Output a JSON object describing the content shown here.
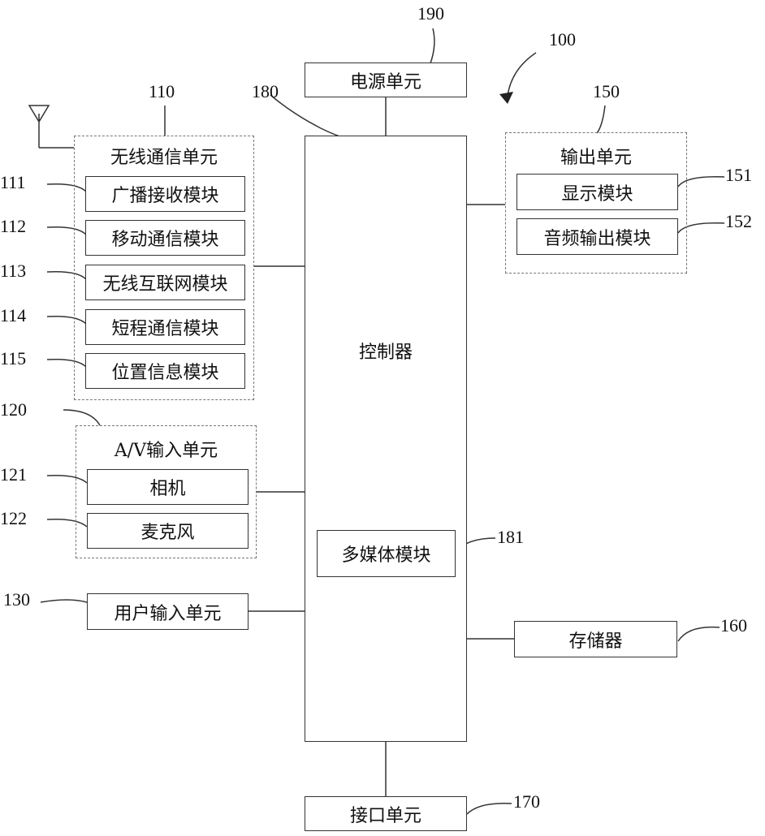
{
  "device": {
    "ref": "100"
  },
  "power": {
    "label": "电源单元",
    "ref": "190"
  },
  "controller": {
    "label": "控制器",
    "ref": "180"
  },
  "multimedia": {
    "label": "多媒体模块",
    "ref": "181"
  },
  "wireless": {
    "title": "无线通信单元",
    "ref": "110",
    "modules": [
      {
        "label": "广播接收模块",
        "ref": "111"
      },
      {
        "label": "移动通信模块",
        "ref": "112"
      },
      {
        "label": "无线互联网模块",
        "ref": "113"
      },
      {
        "label": "短程通信模块",
        "ref": "114"
      },
      {
        "label": "位置信息模块",
        "ref": "115"
      }
    ]
  },
  "av": {
    "title": "A/V输入单元",
    "ref": "120",
    "modules": [
      {
        "label": "相机",
        "ref": "121"
      },
      {
        "label": "麦克风",
        "ref": "122"
      }
    ]
  },
  "user_input": {
    "label": "用户输入单元",
    "ref": "130"
  },
  "output": {
    "title": "输出单元",
    "ref": "150",
    "modules": [
      {
        "label": "显示模块",
        "ref": "151"
      },
      {
        "label": "音频输出模块",
        "ref": "152"
      }
    ]
  },
  "storage": {
    "label": "存储器",
    "ref": "160"
  },
  "interface": {
    "label": "接口单元",
    "ref": "170"
  }
}
